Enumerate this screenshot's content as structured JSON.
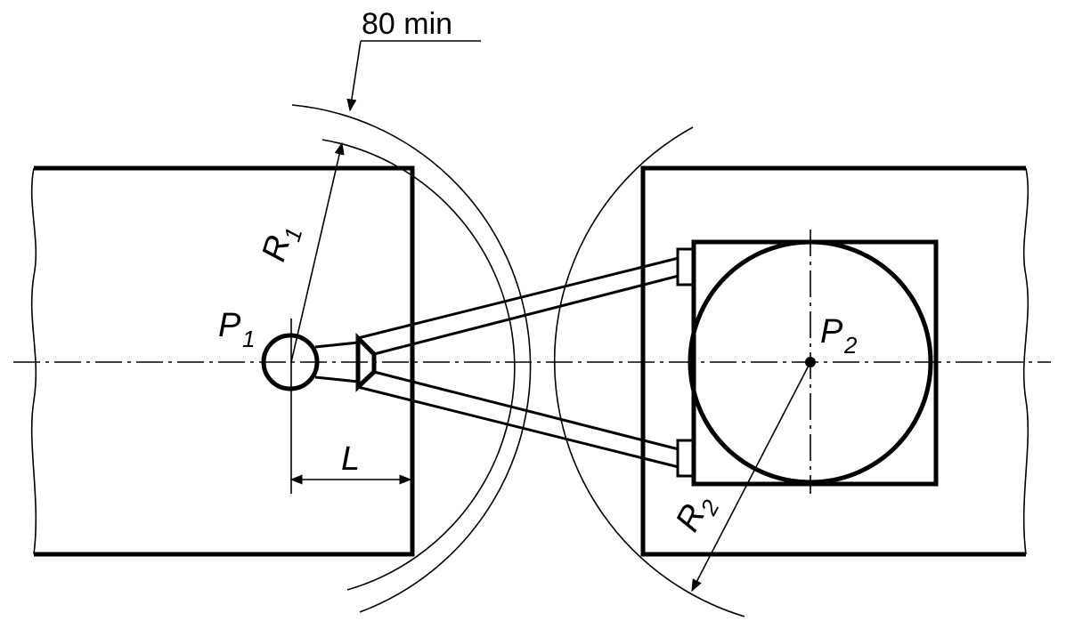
{
  "labels": {
    "dimension_clearance": "80 min",
    "radius_1": "R",
    "radius_1_sub": "1",
    "radius_2": "R",
    "radius_2_sub": "2",
    "point_1": "P",
    "point_1_sub": "1",
    "point_2": "P",
    "point_2_sub": "2",
    "length": "L"
  }
}
